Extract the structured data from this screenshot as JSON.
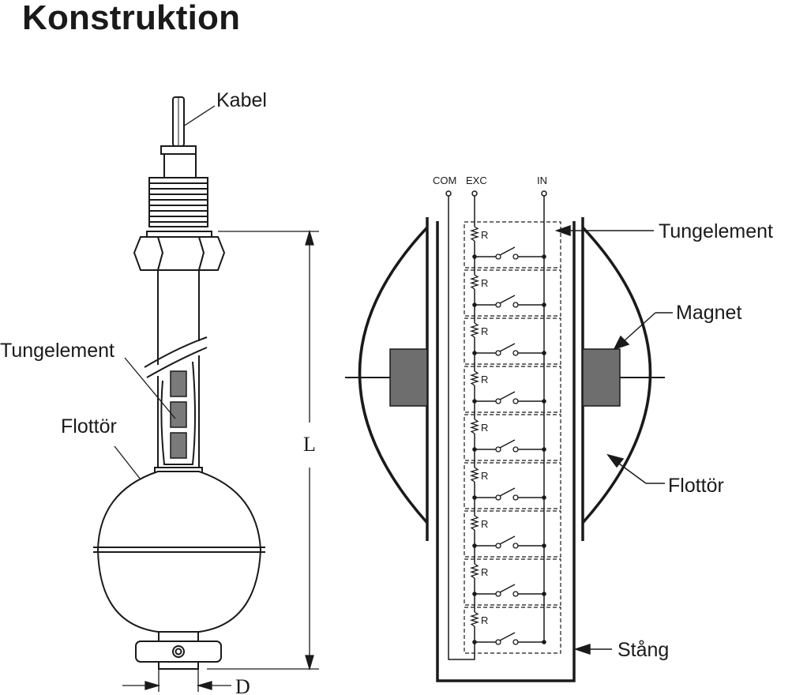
{
  "title": "Konstruktion",
  "left_figure": {
    "label_cable": "Kabel",
    "label_reed": "Tungelement",
    "label_float": "Flottör",
    "dim_length": "L",
    "dim_diameter": "D"
  },
  "right_figure": {
    "terminal_com": "COM",
    "terminal_exc": "EXC",
    "terminal_in": "IN",
    "label_reed": "Tungelement",
    "label_magnet": "Magnet",
    "label_float": "Flottör",
    "label_rod": "Stång",
    "resistor_label": "R",
    "stage_count": 9
  },
  "colors": {
    "line": "#1a1a1a",
    "magnet_fill": "#6e6e6e",
    "reed_fill": "#7a7a7a"
  }
}
